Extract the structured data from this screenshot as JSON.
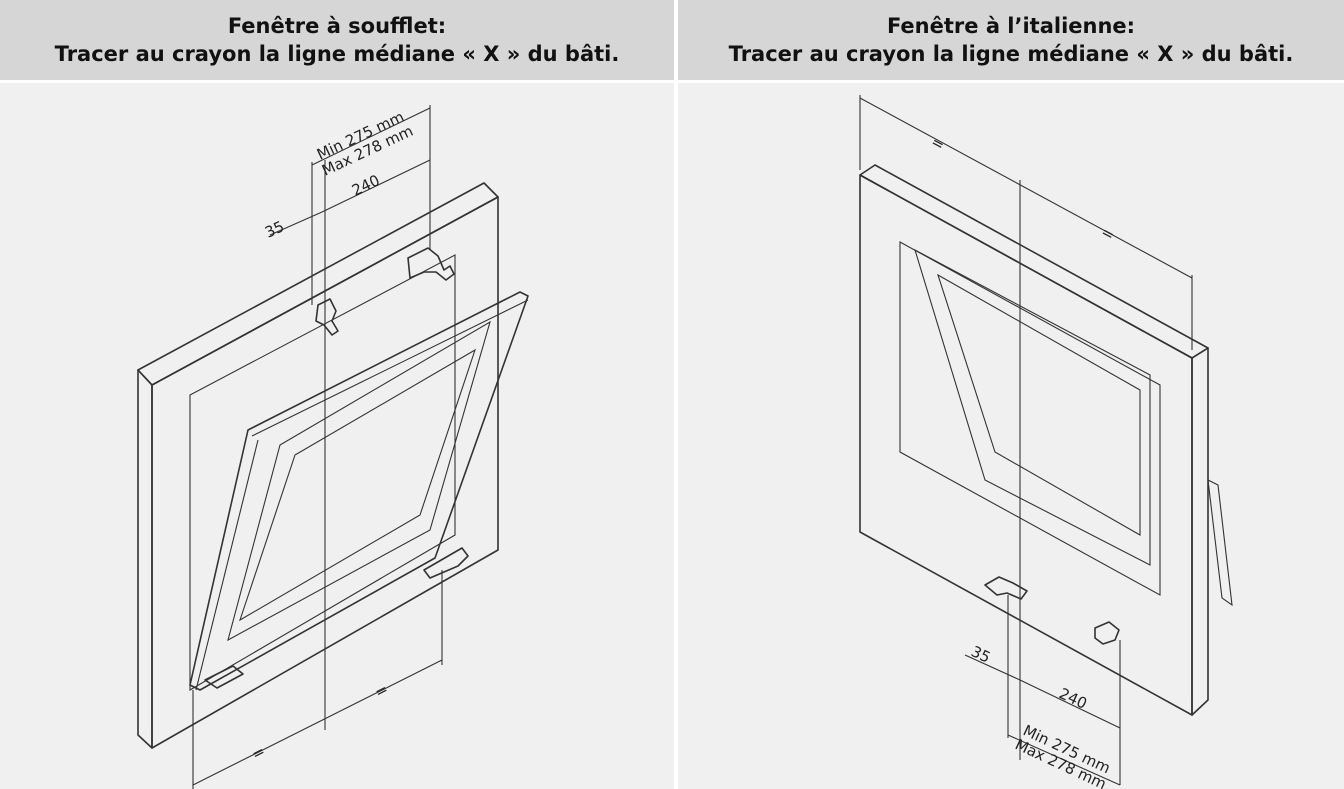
{
  "panels": [
    {
      "title_line1": "Fenêtre à soufflet:",
      "title_line2": "Tracer au crayon la ligne médiane « X » du bâti.",
      "dimensions": {
        "min": "Min 275 mm",
        "max": "Max 278 mm",
        "offset": "35",
        "spacing": "240",
        "equal": "="
      }
    },
    {
      "title_line1": "Fenêtre à l’italienne:",
      "title_line2": "Tracer au crayon la ligne médiane « X » du bâti.",
      "dimensions": {
        "min": "Min 275 mm",
        "max": "Max 278 mm",
        "offset": "35",
        "spacing": "240",
        "equal": "="
      }
    }
  ],
  "colors": {
    "panel_bg": "#f0f0f0",
    "header_bg": "#d6d6d6",
    "line": "#333333"
  }
}
